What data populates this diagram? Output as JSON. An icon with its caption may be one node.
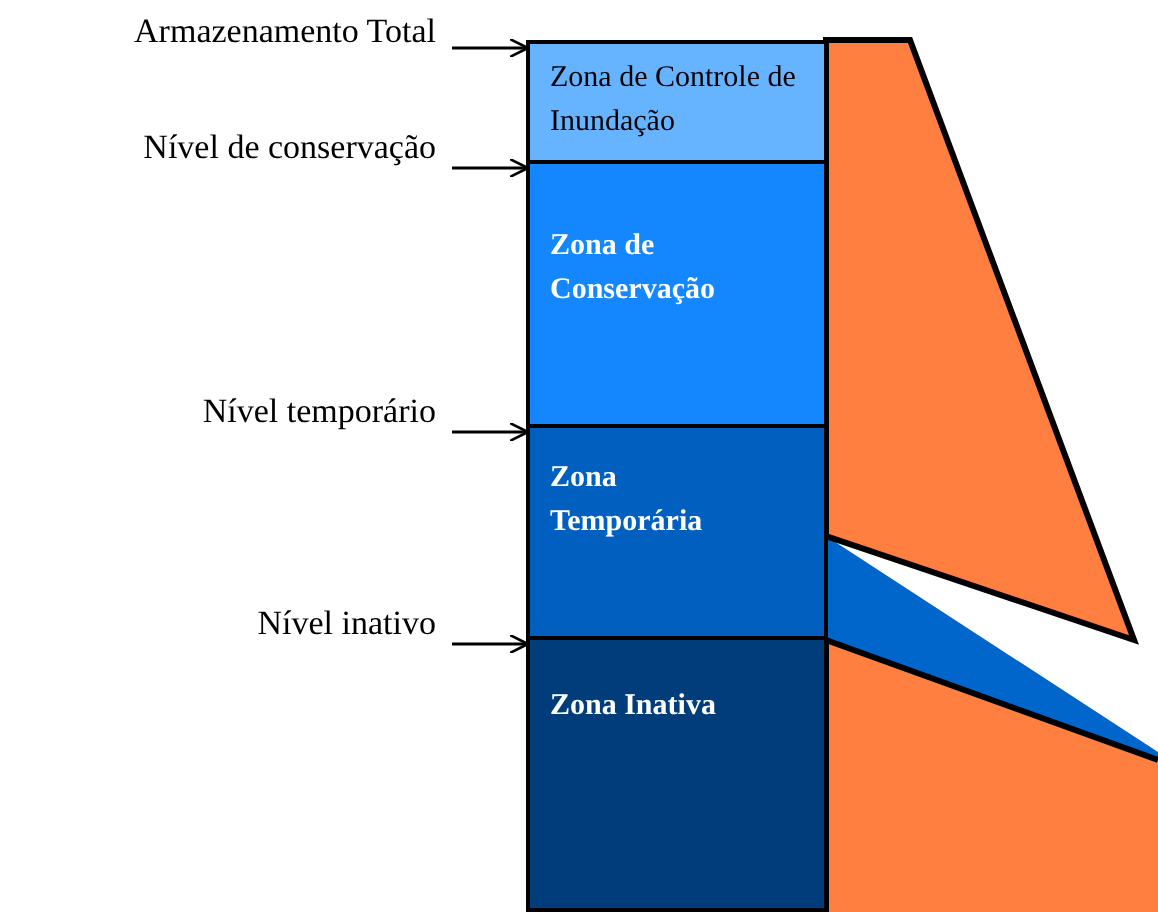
{
  "diagram": {
    "nodes": [
      {
        "text": [
          "Armazenamento Total"
        ]
      },
      {
        "text": [
          "Zona de Controle de Inundação"
        ]
      },
      {
        "text": [
          "Nível de conservação"
        ]
      },
      {
        "text": [
          "Zona de Conservação"
        ]
      },
      {
        "text": [
          "Nível temporário"
        ]
      },
      {
        "text": [
          "Zona Temporária"
        ]
      },
      {
        "text": [
          "Nível inativo"
        ]
      },
      {
        "text": [
          "Zona Inativa"
        ]
      }
    ],
    "edges": [
      {
        "from": 0,
        "to": 1,
        "arrow": "to"
      },
      {
        "from": 2,
        "to": 3,
        "arrow": "to"
      },
      {
        "from": 4,
        "to": 5,
        "arrow": "to"
      },
      {
        "from": 6,
        "to": 7,
        "arrow": "to"
      }
    ]
  }
}
